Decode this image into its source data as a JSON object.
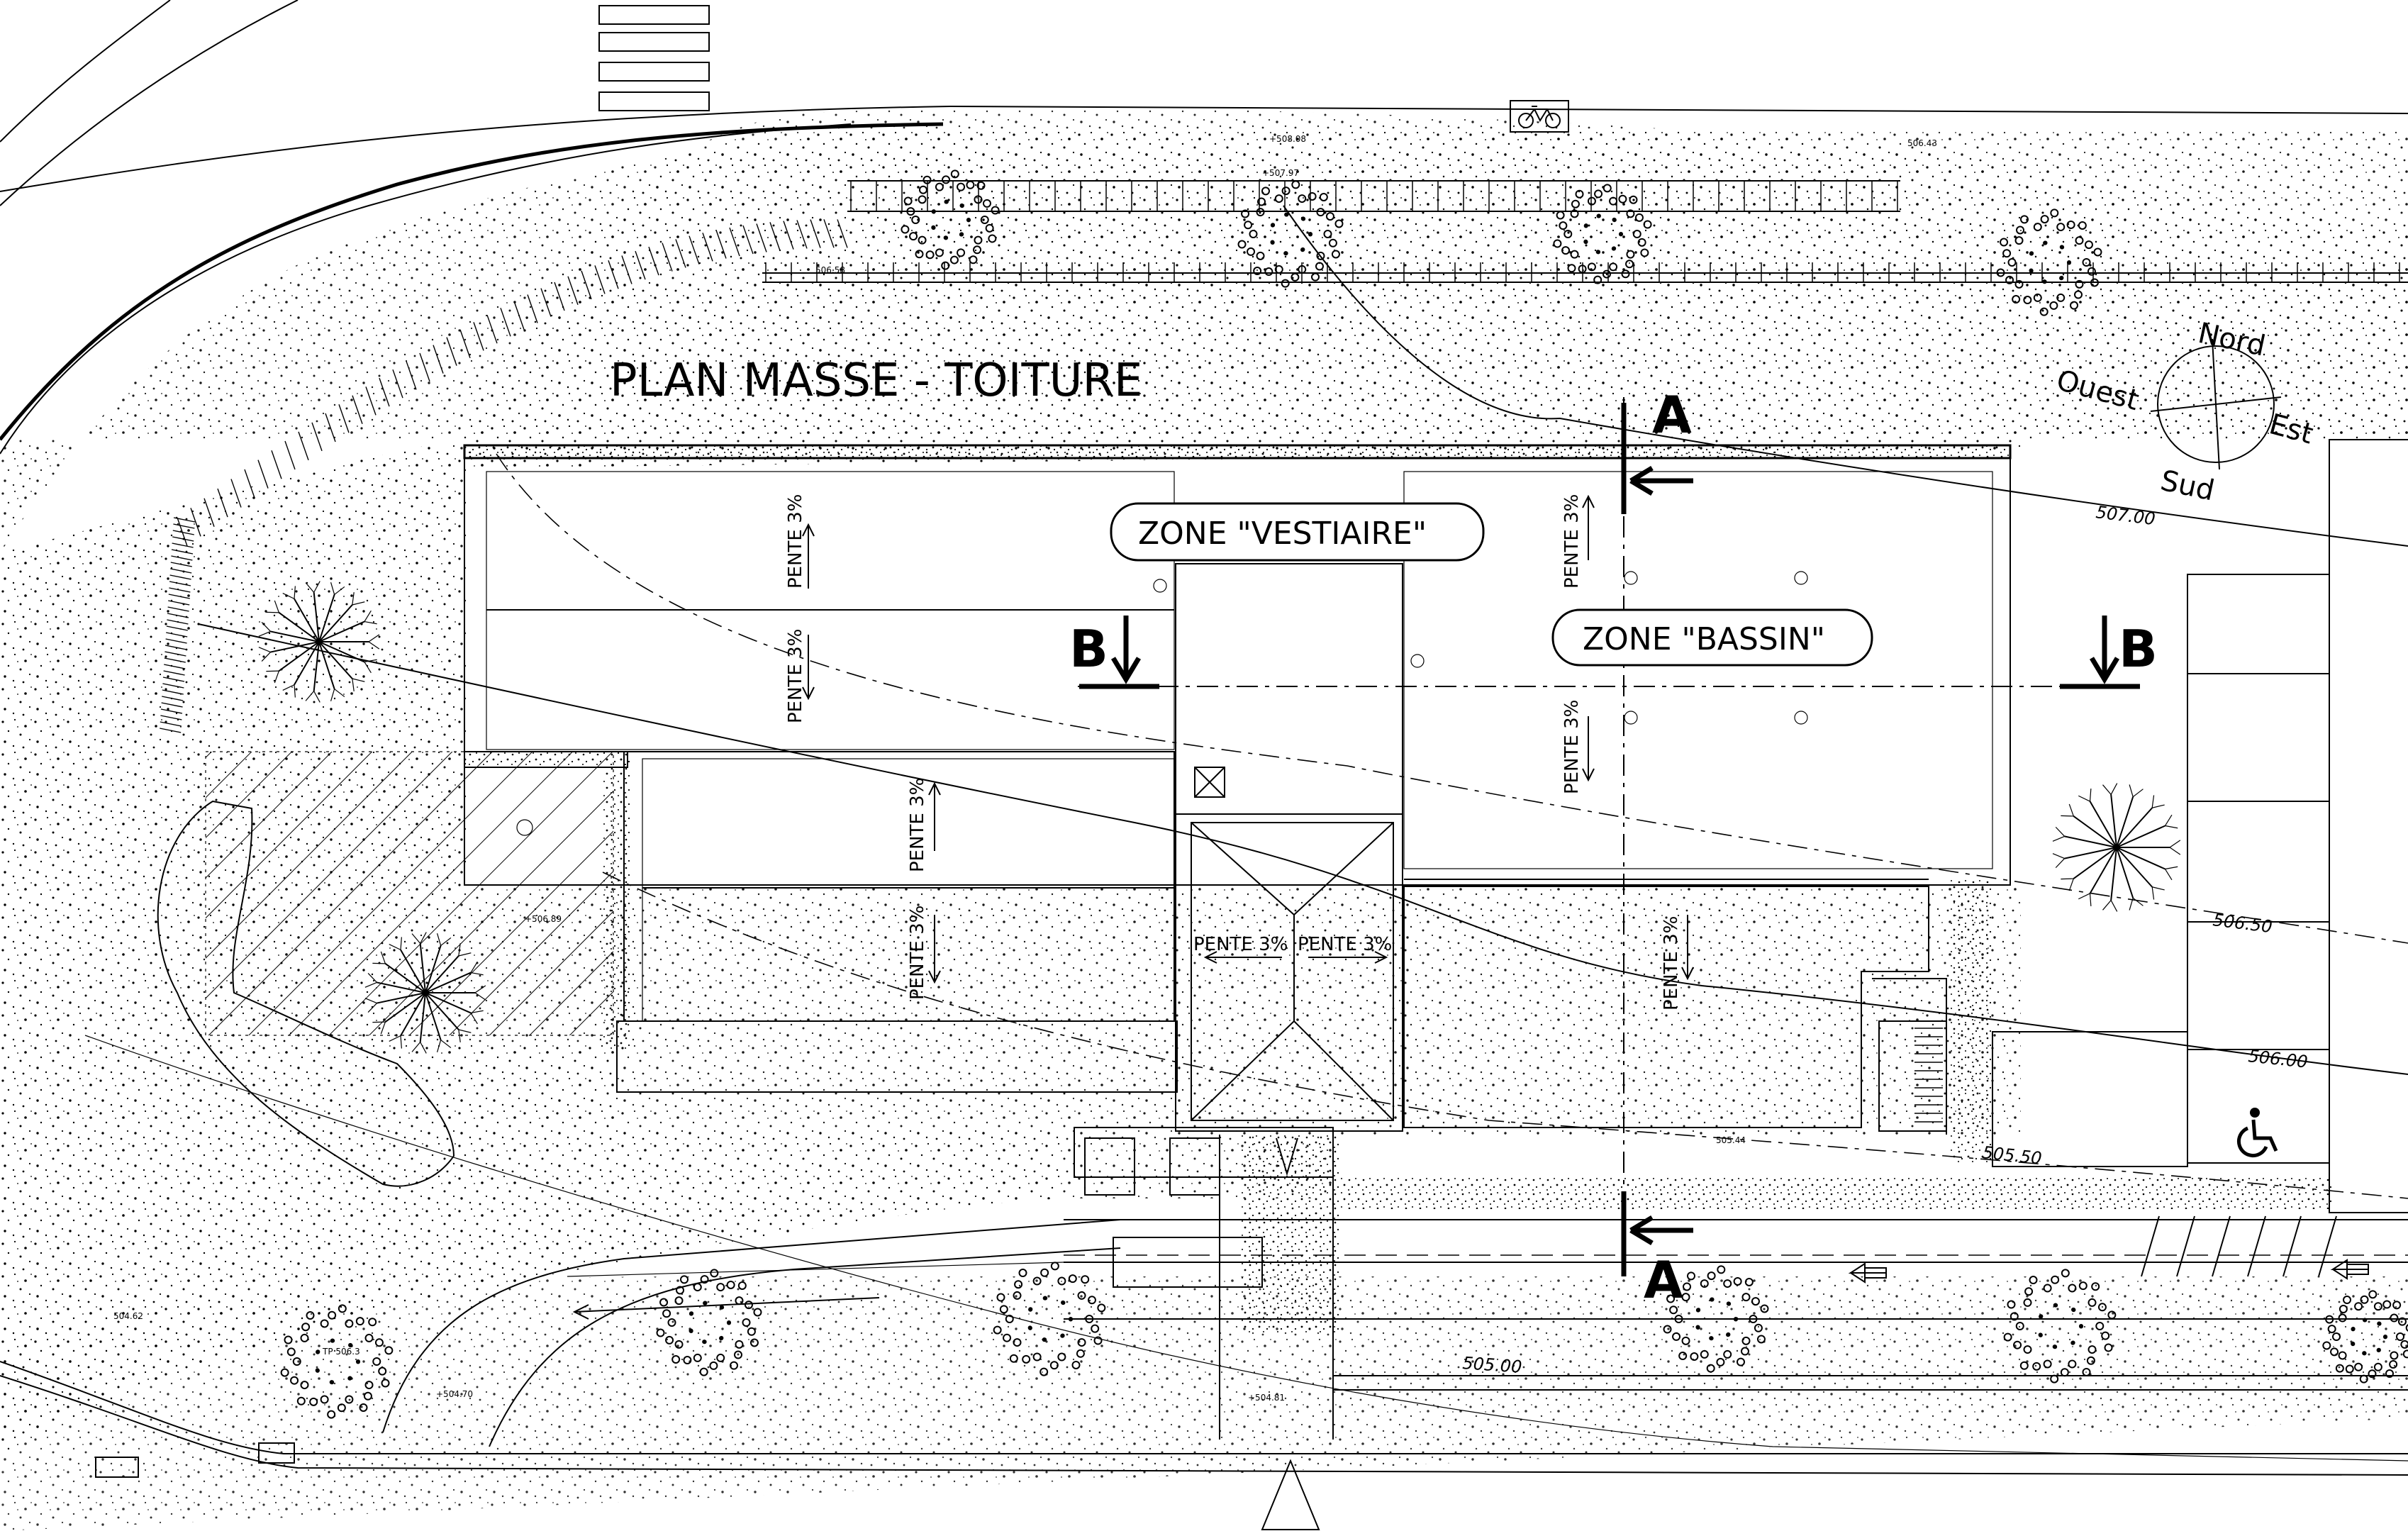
{
  "title": "PLAN MASSE - TOITURE",
  "zones": {
    "vestiaire": "ZONE \"VESTIAIRE\"",
    "bassin": "ZONE \"BASSIN\""
  },
  "slope_label": "PENTE  3%",
  "sections": {
    "a": "A",
    "b": "B"
  },
  "compass": {
    "north": "Nord",
    "west": "Ouest",
    "east": "Est",
    "south": "Sud"
  },
  "contours": {
    "c507": "507.00",
    "c5065": "506.50",
    "c506": "506.00",
    "c5055": "505.50",
    "c505": "505.00"
  },
  "spot_levels": {
    "l1": "+508.08",
    "l2": "+507.97",
    "l3": "506.43",
    "l4": "506.58",
    "l5": "+506.89",
    "l6": "504.62",
    "l7": "+504.70",
    "l8": "+504.81",
    "l9": "505.44",
    "l10": "TP 506.3"
  },
  "icons": [
    "bicycle-icon",
    "wheelchair-icon",
    "tree-icon",
    "arrow-left-icon",
    "compass-rose-icon"
  ]
}
